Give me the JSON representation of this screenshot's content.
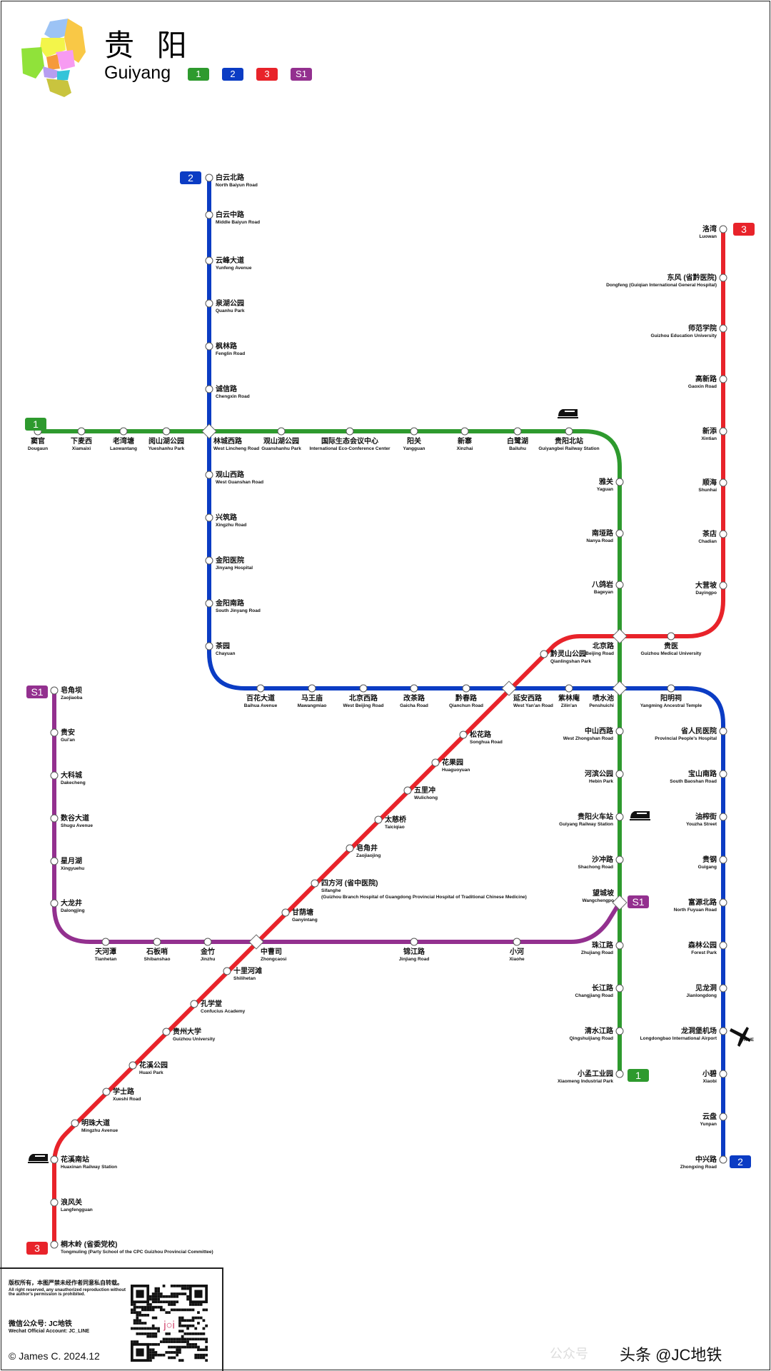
{
  "header": {
    "title_zh": "贵 阳",
    "title_en": "Guiyang"
  },
  "lines": [
    {
      "id": "1",
      "label": "1",
      "color": "#2e9a2e"
    },
    {
      "id": "2",
      "label": "2",
      "color": "#0b3cc4"
    },
    {
      "id": "3",
      "label": "3",
      "color": "#e8232a"
    },
    {
      "id": "S1",
      "label": "S1",
      "color": "#93308f"
    }
  ],
  "stations": {
    "dougaun": {
      "zh": "窦官",
      "en": "Dougaun"
    },
    "xiamaixi": {
      "zh": "下麦西",
      "en": "Xiamaixi"
    },
    "laowantang": {
      "zh": "老湾塘",
      "en": "Laowantang"
    },
    "yueshanhu": {
      "zh": "阅山湖公园",
      "en": "Yueshanhu Park"
    },
    "linchengxi": {
      "zh": "林城西路",
      "en": "West Lincheng Road"
    },
    "guanshanhu": {
      "zh": "观山湖公园",
      "en": "Guanshanhu Park"
    },
    "guoji": {
      "zh": "国际生态会议中心",
      "en": "International Eco-Conference Center"
    },
    "yangguan": {
      "zh": "阳关",
      "en": "Yangguan"
    },
    "xinzhai": {
      "zh": "新寨",
      "en": "Xinzhai"
    },
    "bailuhu": {
      "zh": "白鹭湖",
      "en": "Bailuhu"
    },
    "guiyangbei": {
      "zh": "贵阳北站",
      "en": "Guiyangbei Railway Station"
    },
    "yaguan": {
      "zh": "雅关",
      "en": "Yaguan"
    },
    "nanya": {
      "zh": "南垭路",
      "en": "Nanya Road"
    },
    "bageyan": {
      "zh": "八鸽岩",
      "en": "Bageyan"
    },
    "beijing": {
      "zh": "北京路",
      "en": "Beijing Road"
    },
    "penshuichi": {
      "zh": "喷水池",
      "en": "Penshuichi"
    },
    "zhongshanxi": {
      "zh": "中山西路",
      "en": "West Zhongshan Road"
    },
    "hebin": {
      "zh": "河滨公园",
      "en": "Hebin Park"
    },
    "guiyangzhan": {
      "zh": "贵阳火车站",
      "en": "Guiyang Railway Station"
    },
    "shachong": {
      "zh": "沙冲路",
      "en": "Shachong Road"
    },
    "wangchengpo": {
      "zh": "望城坡",
      "en": "Wangchengpo"
    },
    "zhujiang": {
      "zh": "珠江路",
      "en": "Zhujiang Road"
    },
    "changjiang": {
      "zh": "长江路",
      "en": "Changjiang Road"
    },
    "qingshuijiang": {
      "zh": "清水江路",
      "en": "Qingshuijiang Road"
    },
    "xiaomeng": {
      "zh": "小孟工业园",
      "en": "Xiaomeng Industrial Park"
    },
    "baiyunbei": {
      "zh": "白云北路",
      "en": "North Baiyun Road"
    },
    "baiyunzhong": {
      "zh": "白云中路",
      "en": "Middle Baiyun Road"
    },
    "yunfeng": {
      "zh": "云峰大道",
      "en": "Yunfeng Avenue"
    },
    "quanhu": {
      "zh": "泉湖公园",
      "en": "Quanhu Park"
    },
    "fenglin": {
      "zh": "枫林路",
      "en": "Fenglin Road"
    },
    "chengxin": {
      "zh": "诚信路",
      "en": "Chengxin Road"
    },
    "guanshanxi": {
      "zh": "观山西路",
      "en": "West Guanshan Road"
    },
    "xingzhu": {
      "zh": "兴筑路",
      "en": "Xingzhu Road"
    },
    "jinyangyiyuan": {
      "zh": "金阳医院",
      "en": "Jinyang Hospital"
    },
    "jinyangnan": {
      "zh": "金阳南路",
      "en": "South Jinyang Road"
    },
    "chayuan": {
      "zh": "茶园",
      "en": "Chayuan"
    },
    "baihua": {
      "zh": "百花大道",
      "en": "Baihua Avenue"
    },
    "mawangmiao": {
      "zh": "马王庙",
      "en": "Mawangmiao"
    },
    "beijingxi": {
      "zh": "北京西路",
      "en": "West Beijing Road"
    },
    "gaicha": {
      "zh": "改茶路",
      "en": "Gaicha Road"
    },
    "qianchun": {
      "zh": "黔春路",
      "en": "Qianchun Road"
    },
    "yananxi": {
      "zh": "延安西路",
      "en": "West Yan'an Road"
    },
    "zilinan": {
      "zh": "紫林庵",
      "en": "Zilin'an"
    },
    "yangmingci": {
      "zh": "阳明祠",
      "en": "Yangming Ancestral Temple"
    },
    "shengrenmin": {
      "zh": "省人民医院",
      "en": "Provincial People's Hospital"
    },
    "baoshannan": {
      "zh": "宝山南路",
      "en": "South Baoshan Road"
    },
    "youzhajie": {
      "zh": "油榨街",
      "en": "Youzha Street"
    },
    "guigang": {
      "zh": "贵钢",
      "en": "Guigang"
    },
    "fuyuanbei": {
      "zh": "富源北路",
      "en": "North Fuyuan Road"
    },
    "senlin": {
      "zh": "森林公园",
      "en": "Forest Park"
    },
    "jianlongdong": {
      "zh": "见龙洞",
      "en": "Jianlongdong"
    },
    "longdongbao": {
      "zh": "龙洞堡机场",
      "en": "Longdongbao International Airport"
    },
    "xiaobi": {
      "zh": "小碧",
      "en": "Xiaobi"
    },
    "yunpan": {
      "zh": "云盘",
      "en": "Yunpan"
    },
    "zhongxing": {
      "zh": "中兴路",
      "en": "Zhongxing Road"
    },
    "luowan": {
      "zh": "洛湾",
      "en": "Luowan"
    },
    "dongfeng": {
      "zh": "东风 (省黔医院)",
      "en": "Dongfeng (Guiqian International General Hospital)"
    },
    "shifan": {
      "zh": "师范学院",
      "en": "Guizhou Education University"
    },
    "gaoxin": {
      "zh": "高新路",
      "en": "Gaoxin Road"
    },
    "xintian": {
      "zh": "新添",
      "en": "Xintian"
    },
    "shunhai": {
      "zh": "顺海",
      "en": "Shunhai"
    },
    "chadian": {
      "zh": "茶店",
      "en": "Chadian"
    },
    "dayingpo": {
      "zh": "大营坡",
      "en": "Dayingpo"
    },
    "guiyi": {
      "zh": "贵医",
      "en": "Guizhou Medical University"
    },
    "qianlingshan": {
      "zh": "黔灵山公园",
      "en": "Qianlingshan Park"
    },
    "songhua": {
      "zh": "松花路",
      "en": "Songhua Road"
    },
    "huaguoyuan": {
      "zh": "花果园",
      "en": "Huaguoyuan"
    },
    "wulichong": {
      "zh": "五里冲",
      "en": "Wulichong"
    },
    "taiciqiao": {
      "zh": "太慈桥",
      "en": "Taiciqiao"
    },
    "zaojiaojing": {
      "zh": "皂角井",
      "en": "Zaojiaojing"
    },
    "sifanghe": {
      "zh": "四方河 (省中医院)",
      "en": "Sifanghe",
      "en2": "(Guizhou Branch Hospital of Guangdong Provincial Hospital of Traditional Chinese Medicine)"
    },
    "ganyintang": {
      "zh": "甘荫塘",
      "en": "Ganyintang"
    },
    "zhongcaosi": {
      "zh": "中曹司",
      "en": "Zhongcaosi"
    },
    "shilihetan": {
      "zh": "十里河滩",
      "en": "Shilihetan"
    },
    "kongxuetang": {
      "zh": "孔学堂",
      "en": "Confucius Academy"
    },
    "guizhoudaxue": {
      "zh": "贵州大学",
      "en": "Guizhou University"
    },
    "huaxigongyuan": {
      "zh": "花溪公园",
      "en": "Huaxi Park"
    },
    "xueshi": {
      "zh": "学士路",
      "en": "Xueshi Road"
    },
    "mingzhu": {
      "zh": "明珠大道",
      "en": "Mingzhu Avenue"
    },
    "huaxinan": {
      "zh": "花溪南站",
      "en": "Huaxinan Railway Station"
    },
    "langfengguan": {
      "zh": "浪风关",
      "en": "Langfengguan"
    },
    "tongmuling": {
      "zh": "桐木岭 (省委党校)",
      "en": "Tongmuling (Party School of the CPC Guizhou Provincial Committee)"
    },
    "zaojiaoba": {
      "zh": "皂角坝",
      "en": "Zaojiaoba"
    },
    "guian": {
      "zh": "贵安",
      "en": "Gui'an"
    },
    "dakecheng": {
      "zh": "大科城",
      "en": "Dakecheng"
    },
    "shugu": {
      "zh": "数谷大道",
      "en": "Shugu Avenue"
    },
    "xingyuehu": {
      "zh": "星月湖",
      "en": "Xingyuehu"
    },
    "dalongjing": {
      "zh": "大龙井",
      "en": "Dalongjing"
    },
    "tianhetan": {
      "zh": "天河潭",
      "en": "Tianhetan"
    },
    "shibanshao": {
      "zh": "石板哨",
      "en": "Shibanshao"
    },
    "jinzhu": {
      "zh": "金竹",
      "en": "Jinzhu"
    },
    "jinjiang": {
      "zh": "锦江路",
      "en": "Jinjiang Road"
    },
    "xiaohe": {
      "zh": "小河",
      "en": "Xiaohe"
    }
  },
  "airport_code": "KWE",
  "footer": {
    "copyright_zh": "版权所有，本图严禁未经作者同意私自转载。",
    "copyright_en": "All right reserved, any unauthorized reproduction without the author's permission is prohibited.",
    "wechat_zh": "微信公众号: JC地铁",
    "wechat_en": "Wechat Official Account: JC_LINE",
    "author": "© James C.  2024.12"
  },
  "watermark": {
    "faint": "公众号",
    "text": "头条 @JC地铁"
  }
}
